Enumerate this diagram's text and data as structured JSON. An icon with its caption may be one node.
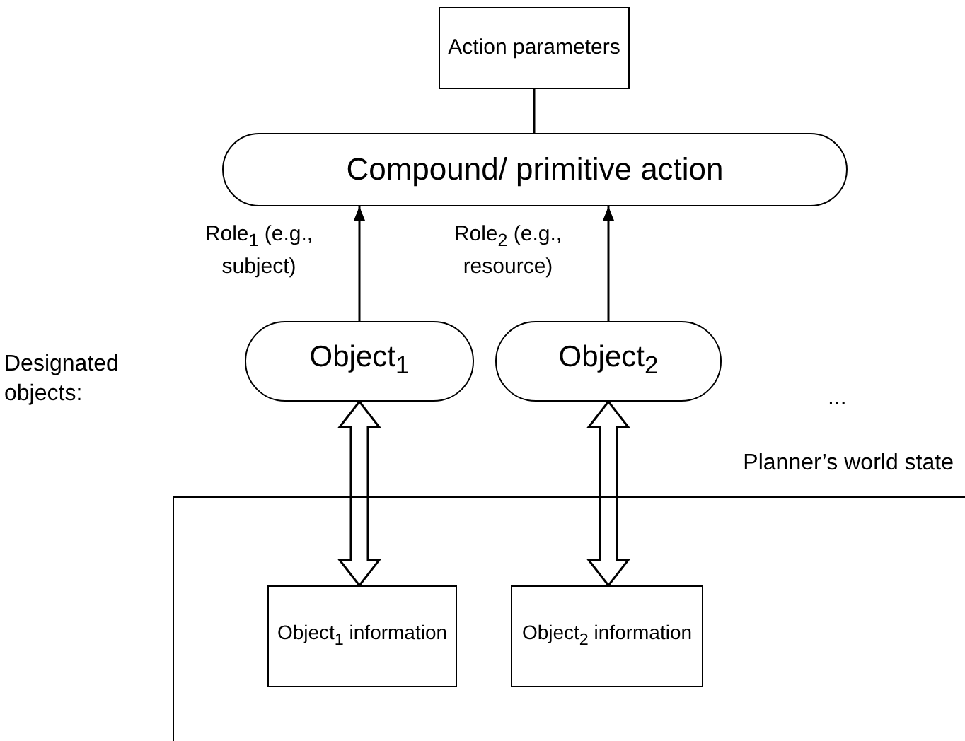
{
  "diagram": {
    "nodes": [
      {
        "text": [
          "Action parameters"
        ]
      },
      {
        "text": [
          "Compound/ primitive action"
        ]
      },
      {
        "text": [
          "Object$_{1}$"
        ]
      },
      {
        "text": [
          "Object$_{2}$"
        ]
      },
      {
        "text": [
          "Planner’s world state"
        ]
      },
      {
        "text": [
          "Object$_{1}$ information"
        ],
        "in": 4
      },
      {
        "text": [
          "Object$_{2}$ information"
        ],
        "in": 4
      }
    ],
    "edges": [
      {
        "from": 0,
        "to": 1,
        "arrow": "none"
      },
      {
        "from": 2,
        "to": 1,
        "arrow": "to",
        "label": "Role$_{1}$ (e.g., subject)"
      },
      {
        "from": 3,
        "to": 1,
        "arrow": "to",
        "label": "Role$_{2}$ (e.g., resource)"
      },
      {
        "from": 2,
        "to": 5,
        "arrow": "both",
        "style": "thick"
      },
      {
        "from": 3,
        "to": 6,
        "arrow": "both",
        "style": "thick"
      }
    ],
    "labels": [
      "Designated objects:",
      "..."
    ]
  }
}
